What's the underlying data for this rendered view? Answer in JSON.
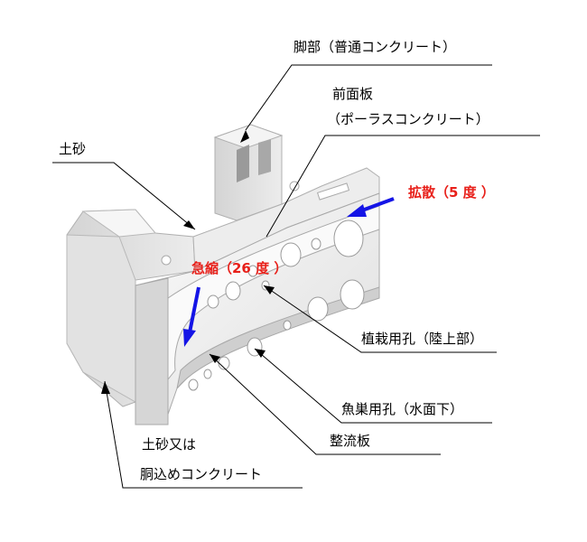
{
  "labels": {
    "leg": "脚部（普通コンクリート）",
    "front_plate_1": "前面板",
    "front_plate_2": "（ポーラスコンクリート）",
    "soil": "土砂",
    "diffusion": "拡散（5 度 ）",
    "contraction": "急縮（26 度 ）",
    "planting_hole": "植栽用孔（陸上部）",
    "fish_hole": "魚巣用孔（水面下）",
    "flow_plate": "整流板",
    "fill_1": "土砂又は",
    "fill_2": "胴込めコンクリート"
  },
  "colors": {
    "arrow": "#1414e6",
    "annotation_red": "#e8201a",
    "block_light": "#f2f2f2",
    "block_mid": "#dcdcdc",
    "block_dark": "#c2c2c2",
    "line": "#000000"
  }
}
